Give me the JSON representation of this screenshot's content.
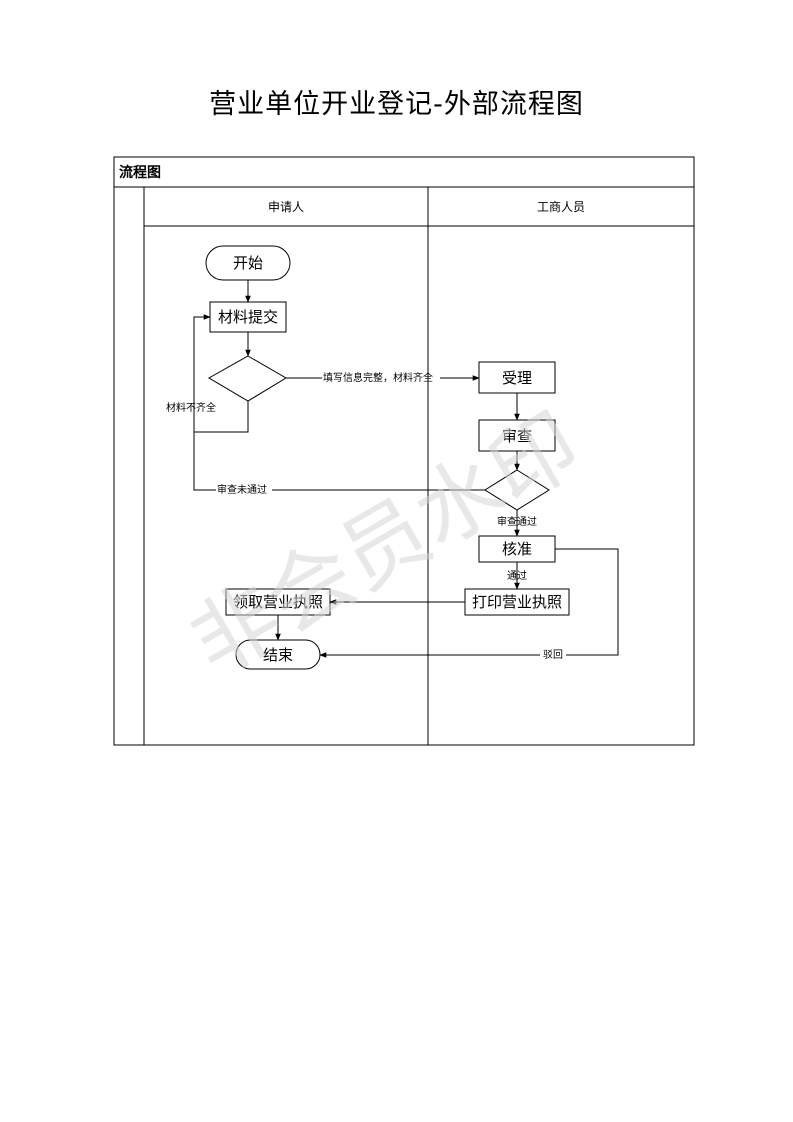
{
  "document": {
    "title": "营业单位开业登记-外部流程图"
  },
  "flowchart": {
    "header": "流程图",
    "lanes": [
      "申请人",
      "工商人员"
    ],
    "nodes": {
      "start": "开始",
      "submit": "材料提交",
      "accept": "受理",
      "review": "审查",
      "approve": "核准",
      "print": "打印营业执照",
      "receive": "领取营业执照",
      "end": "结束"
    },
    "edges": {
      "complete": "填写信息完整，材料齐全",
      "incomplete": "材料不齐全",
      "review_fail": "审查未通过",
      "review_pass": "审查通过",
      "pass": "通过",
      "reject": "驳回"
    }
  },
  "watermark": {
    "text": "非会员水印"
  }
}
